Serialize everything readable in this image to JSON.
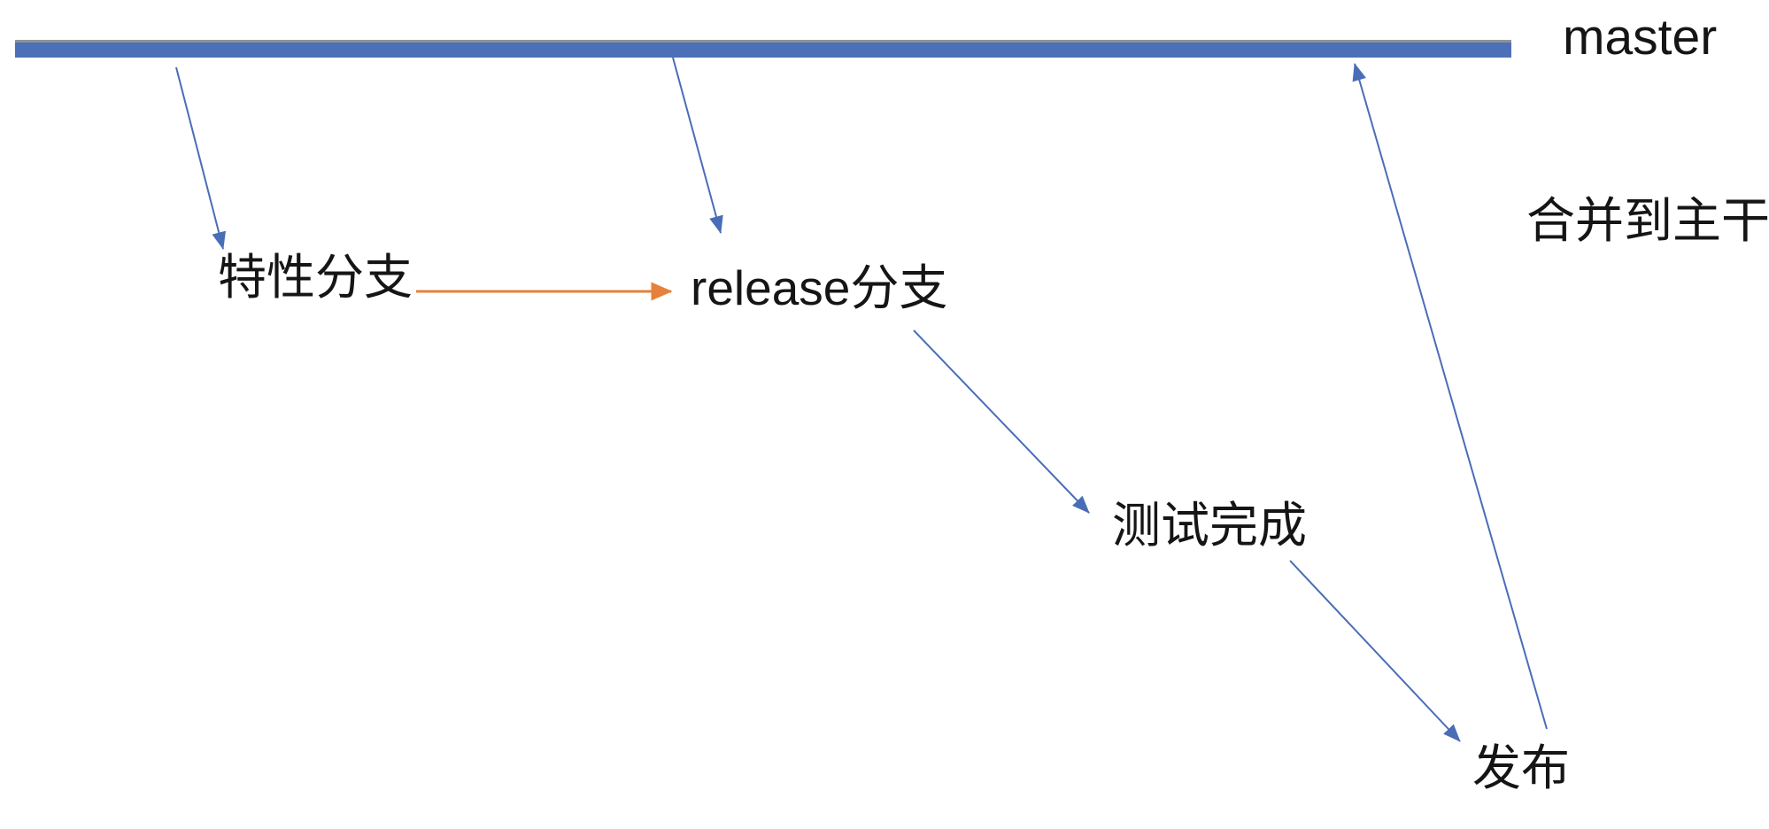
{
  "diagram": {
    "type": "git-branch-flow",
    "labels": {
      "master": "master",
      "feature_branch": "特性分支",
      "release_branch": "release分支",
      "test_done": "测试完成",
      "publish": "发布",
      "merge_to_trunk": "合并到主干"
    },
    "arrows": [
      {
        "name": "master-to-feature-arrow",
        "from": "master",
        "to": "feature_branch",
        "color": "blue"
      },
      {
        "name": "master-to-release-arrow",
        "from": "master",
        "to": "release_branch",
        "color": "blue"
      },
      {
        "name": "feature-to-release-arrow",
        "from": "feature_branch",
        "to": "release_branch",
        "color": "orange"
      },
      {
        "name": "release-to-test-arrow",
        "from": "release_branch",
        "to": "test_done",
        "color": "blue"
      },
      {
        "name": "test-to-publish-arrow",
        "from": "test_done",
        "to": "publish",
        "color": "blue"
      },
      {
        "name": "publish-to-master-arrow",
        "from": "publish",
        "to": "master",
        "color": "blue"
      }
    ]
  },
  "colors": {
    "branch-bar-blue": "#4d6fb8",
    "arrow-blue": "#4a6db7",
    "arrow-orange": "#e5813b",
    "bar-edge-gray": "#8f9396",
    "text-black": "#151515",
    "canvas-bg": "#ffffff"
  }
}
